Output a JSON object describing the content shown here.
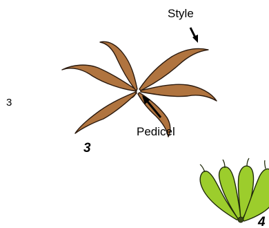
{
  "labels": {
    "style": "Style",
    "pedicel": "Pedicel",
    "side_number": "3",
    "figure_3_number": "3",
    "figure_4_number": "4"
  },
  "colors": {
    "brown_fill": "#b0743f",
    "brown_stroke": "#2b1a0e",
    "green_fill": "#9ccd2c",
    "green_stroke": "#1f2a0a"
  }
}
